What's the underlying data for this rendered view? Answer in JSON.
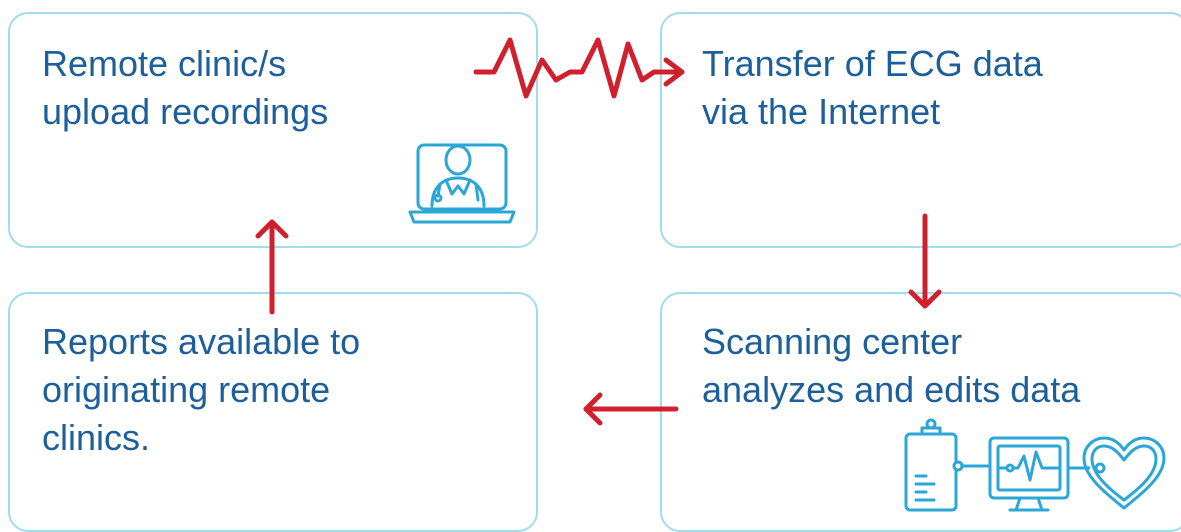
{
  "steps": {
    "remote": {
      "text": "Remote clinic/s\nupload recordings"
    },
    "transfer": {
      "text": "Transfer of ECG data\nvia the Internet"
    },
    "scanning": {
      "text": "Scanning center\nanalyzes and edits data"
    },
    "reports": {
      "text": "Reports available to\noriginating remote\nclinics."
    }
  },
  "icons": {
    "doctor": "doctor-laptop-icon",
    "clipboard": "clipboard-icon",
    "monitor": "ecg-monitor-icon",
    "heart": "heart-icon"
  },
  "colors": {
    "box_border": "#9fdcef",
    "text": "#1d5f9a",
    "arrow": "#d0202e",
    "icon": "#2aa7d6"
  }
}
